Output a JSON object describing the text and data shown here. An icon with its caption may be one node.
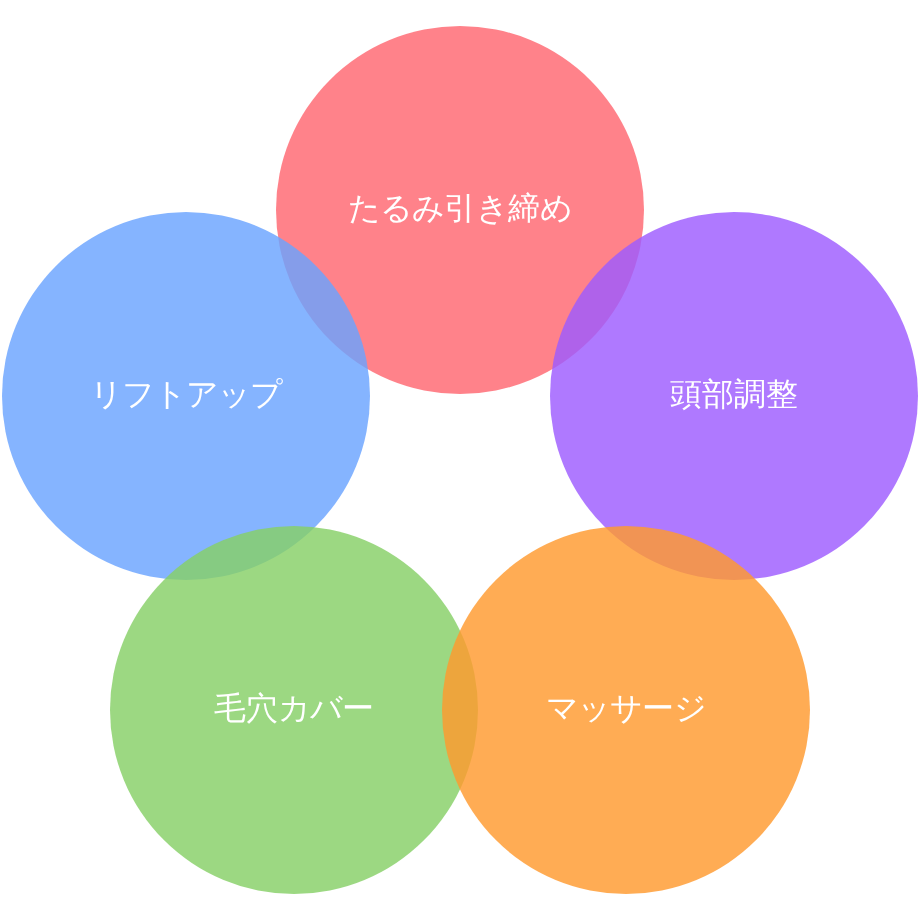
{
  "diagram": {
    "nodes": [
      {
        "text": [
          "たるみ引き締め"
        ]
      },
      {
        "text": [
          "リフトアップ"
        ]
      },
      {
        "text": [
          "頭部調整"
        ]
      },
      {
        "text": [
          "毛穴カバー"
        ]
      },
      {
        "text": [
          "マッサージ"
        ]
      }
    ]
  }
}
